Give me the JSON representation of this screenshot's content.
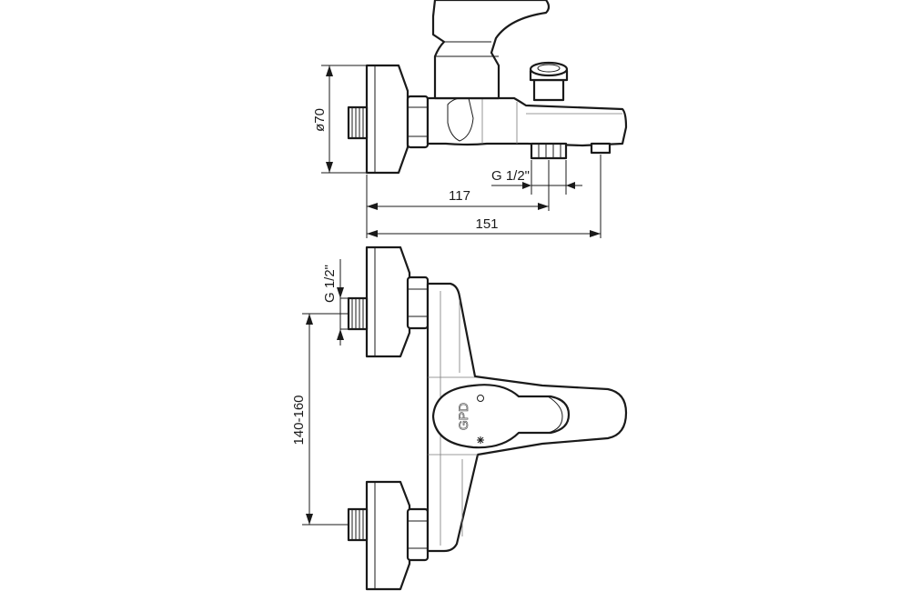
{
  "dimensions": {
    "flange_diameter": "ø70",
    "outlet_thread": "G 1/2\"",
    "length_to_outlet": "117",
    "overall_length": "151",
    "inlet_thread": "G 1/2\"",
    "inlet_spacing": "140-160"
  },
  "brand_logo": "GPD"
}
